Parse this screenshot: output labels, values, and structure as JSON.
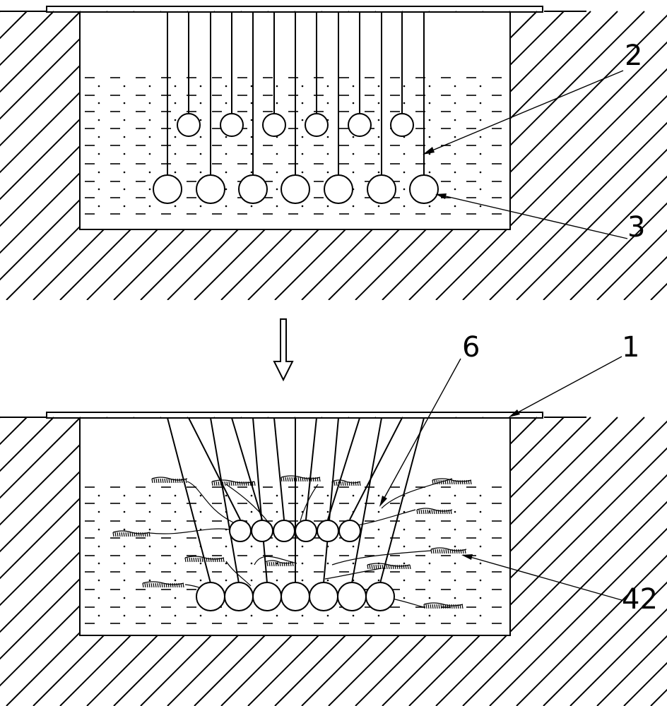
{
  "diagram": {
    "labels": {
      "label_2": "2",
      "label_3": "3",
      "label_6": "6",
      "label_1": "1",
      "label_42": "42"
    },
    "colors": {
      "stroke": "#000000",
      "background": "#ffffff"
    }
  }
}
